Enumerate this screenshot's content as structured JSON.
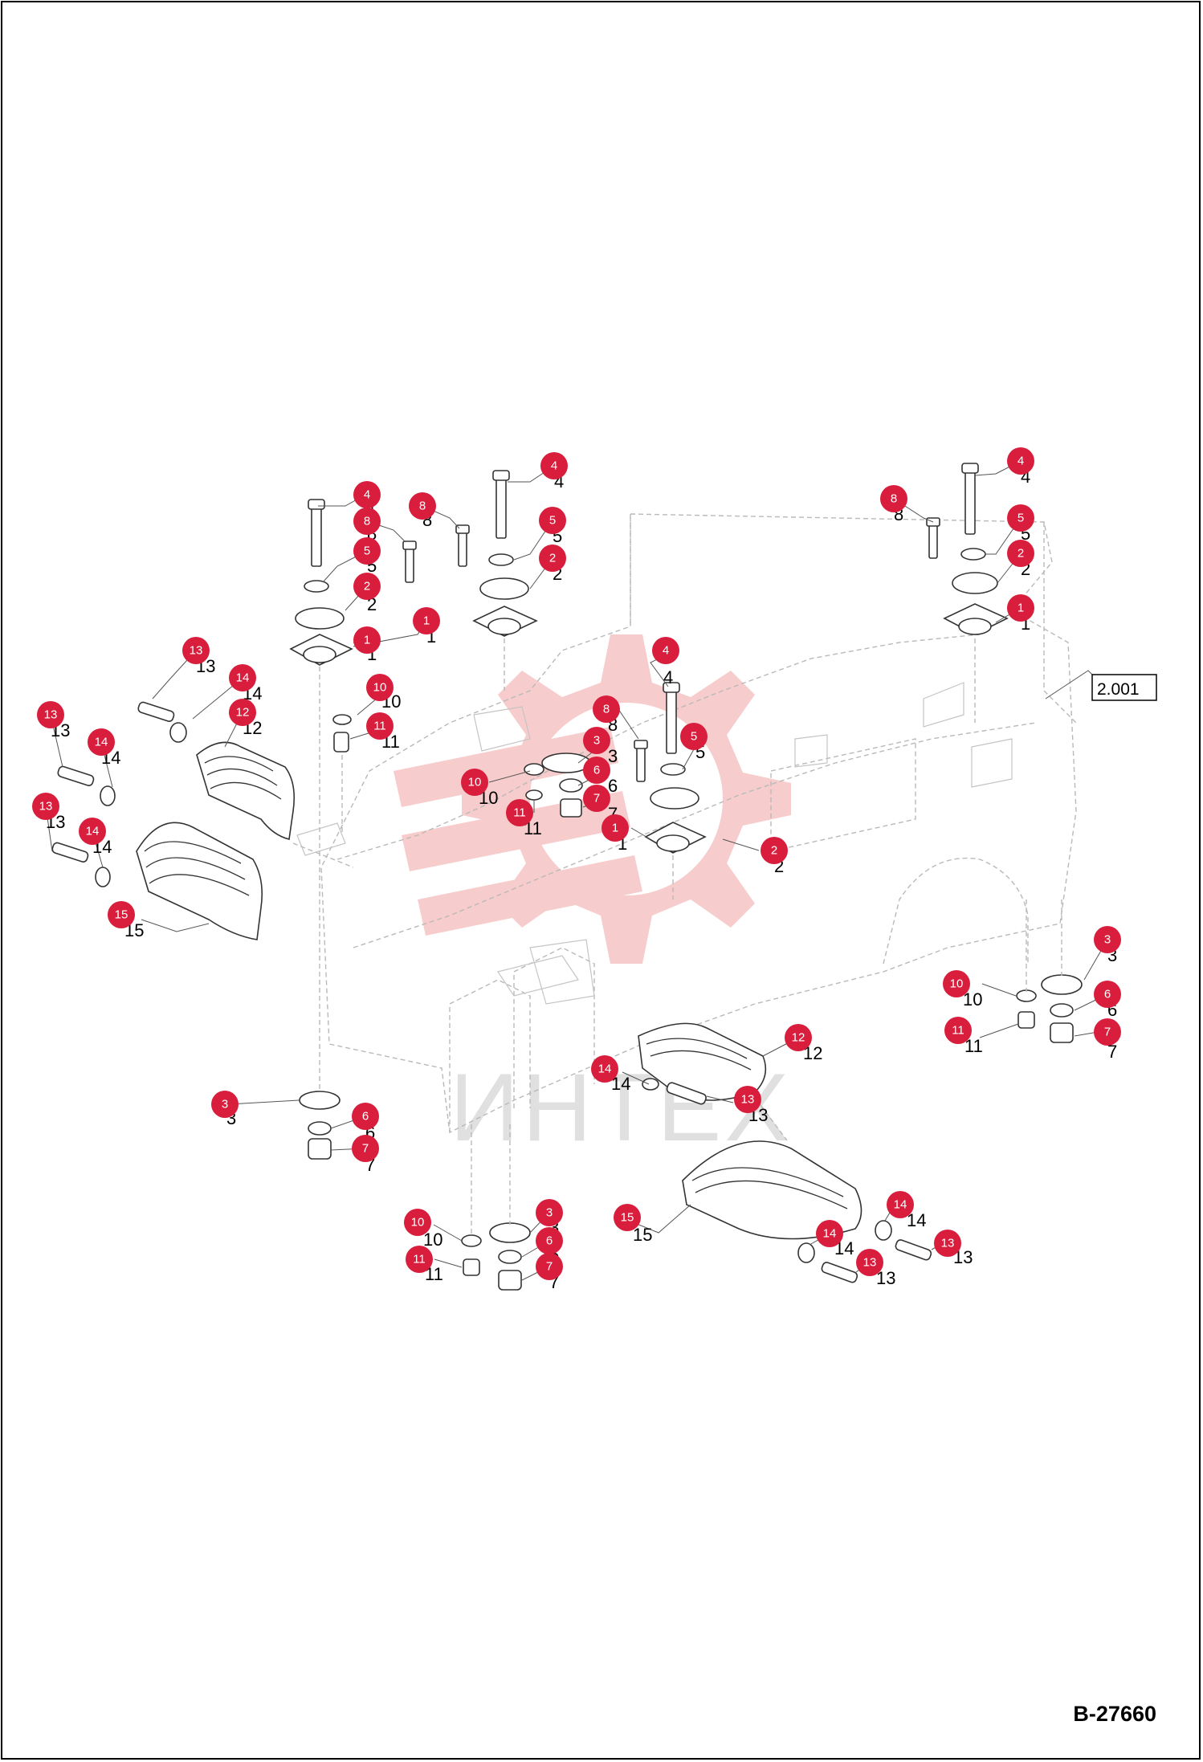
{
  "drawing": {
    "code": "B-27660",
    "reference_label": "2.001",
    "watermark_text": "ИНТЕХ",
    "accent_color": "#d81e3c",
    "watermark_color": "#f2a3a3"
  },
  "callouts": [
    {
      "n": "4"
    },
    {
      "n": "8"
    },
    {
      "n": "5"
    },
    {
      "n": "2"
    },
    {
      "n": "1"
    },
    {
      "n": "8"
    },
    {
      "n": "1"
    },
    {
      "n": "4"
    },
    {
      "n": "5"
    },
    {
      "n": "2"
    },
    {
      "n": "8"
    },
    {
      "n": "4"
    },
    {
      "n": "5"
    },
    {
      "n": "2"
    },
    {
      "n": "1"
    },
    {
      "n": "13"
    },
    {
      "n": "14"
    },
    {
      "n": "12"
    },
    {
      "n": "13"
    },
    {
      "n": "14"
    },
    {
      "n": "13"
    },
    {
      "n": "14"
    },
    {
      "n": "15"
    },
    {
      "n": "10"
    },
    {
      "n": "11"
    },
    {
      "n": "4"
    },
    {
      "n": "8"
    },
    {
      "n": "3"
    },
    {
      "n": "6"
    },
    {
      "n": "7"
    },
    {
      "n": "5"
    },
    {
      "n": "10"
    },
    {
      "n": "11"
    },
    {
      "n": "1"
    },
    {
      "n": "2"
    },
    {
      "n": "3"
    },
    {
      "n": "10"
    },
    {
      "n": "6"
    },
    {
      "n": "11"
    },
    {
      "n": "7"
    },
    {
      "n": "12"
    },
    {
      "n": "14"
    },
    {
      "n": "13"
    },
    {
      "n": "3"
    },
    {
      "n": "6"
    },
    {
      "n": "7"
    },
    {
      "n": "10"
    },
    {
      "n": "3"
    },
    {
      "n": "6"
    },
    {
      "n": "11"
    },
    {
      "n": "7"
    },
    {
      "n": "15"
    },
    {
      "n": "14"
    },
    {
      "n": "14"
    },
    {
      "n": "13"
    },
    {
      "n": "13"
    }
  ]
}
